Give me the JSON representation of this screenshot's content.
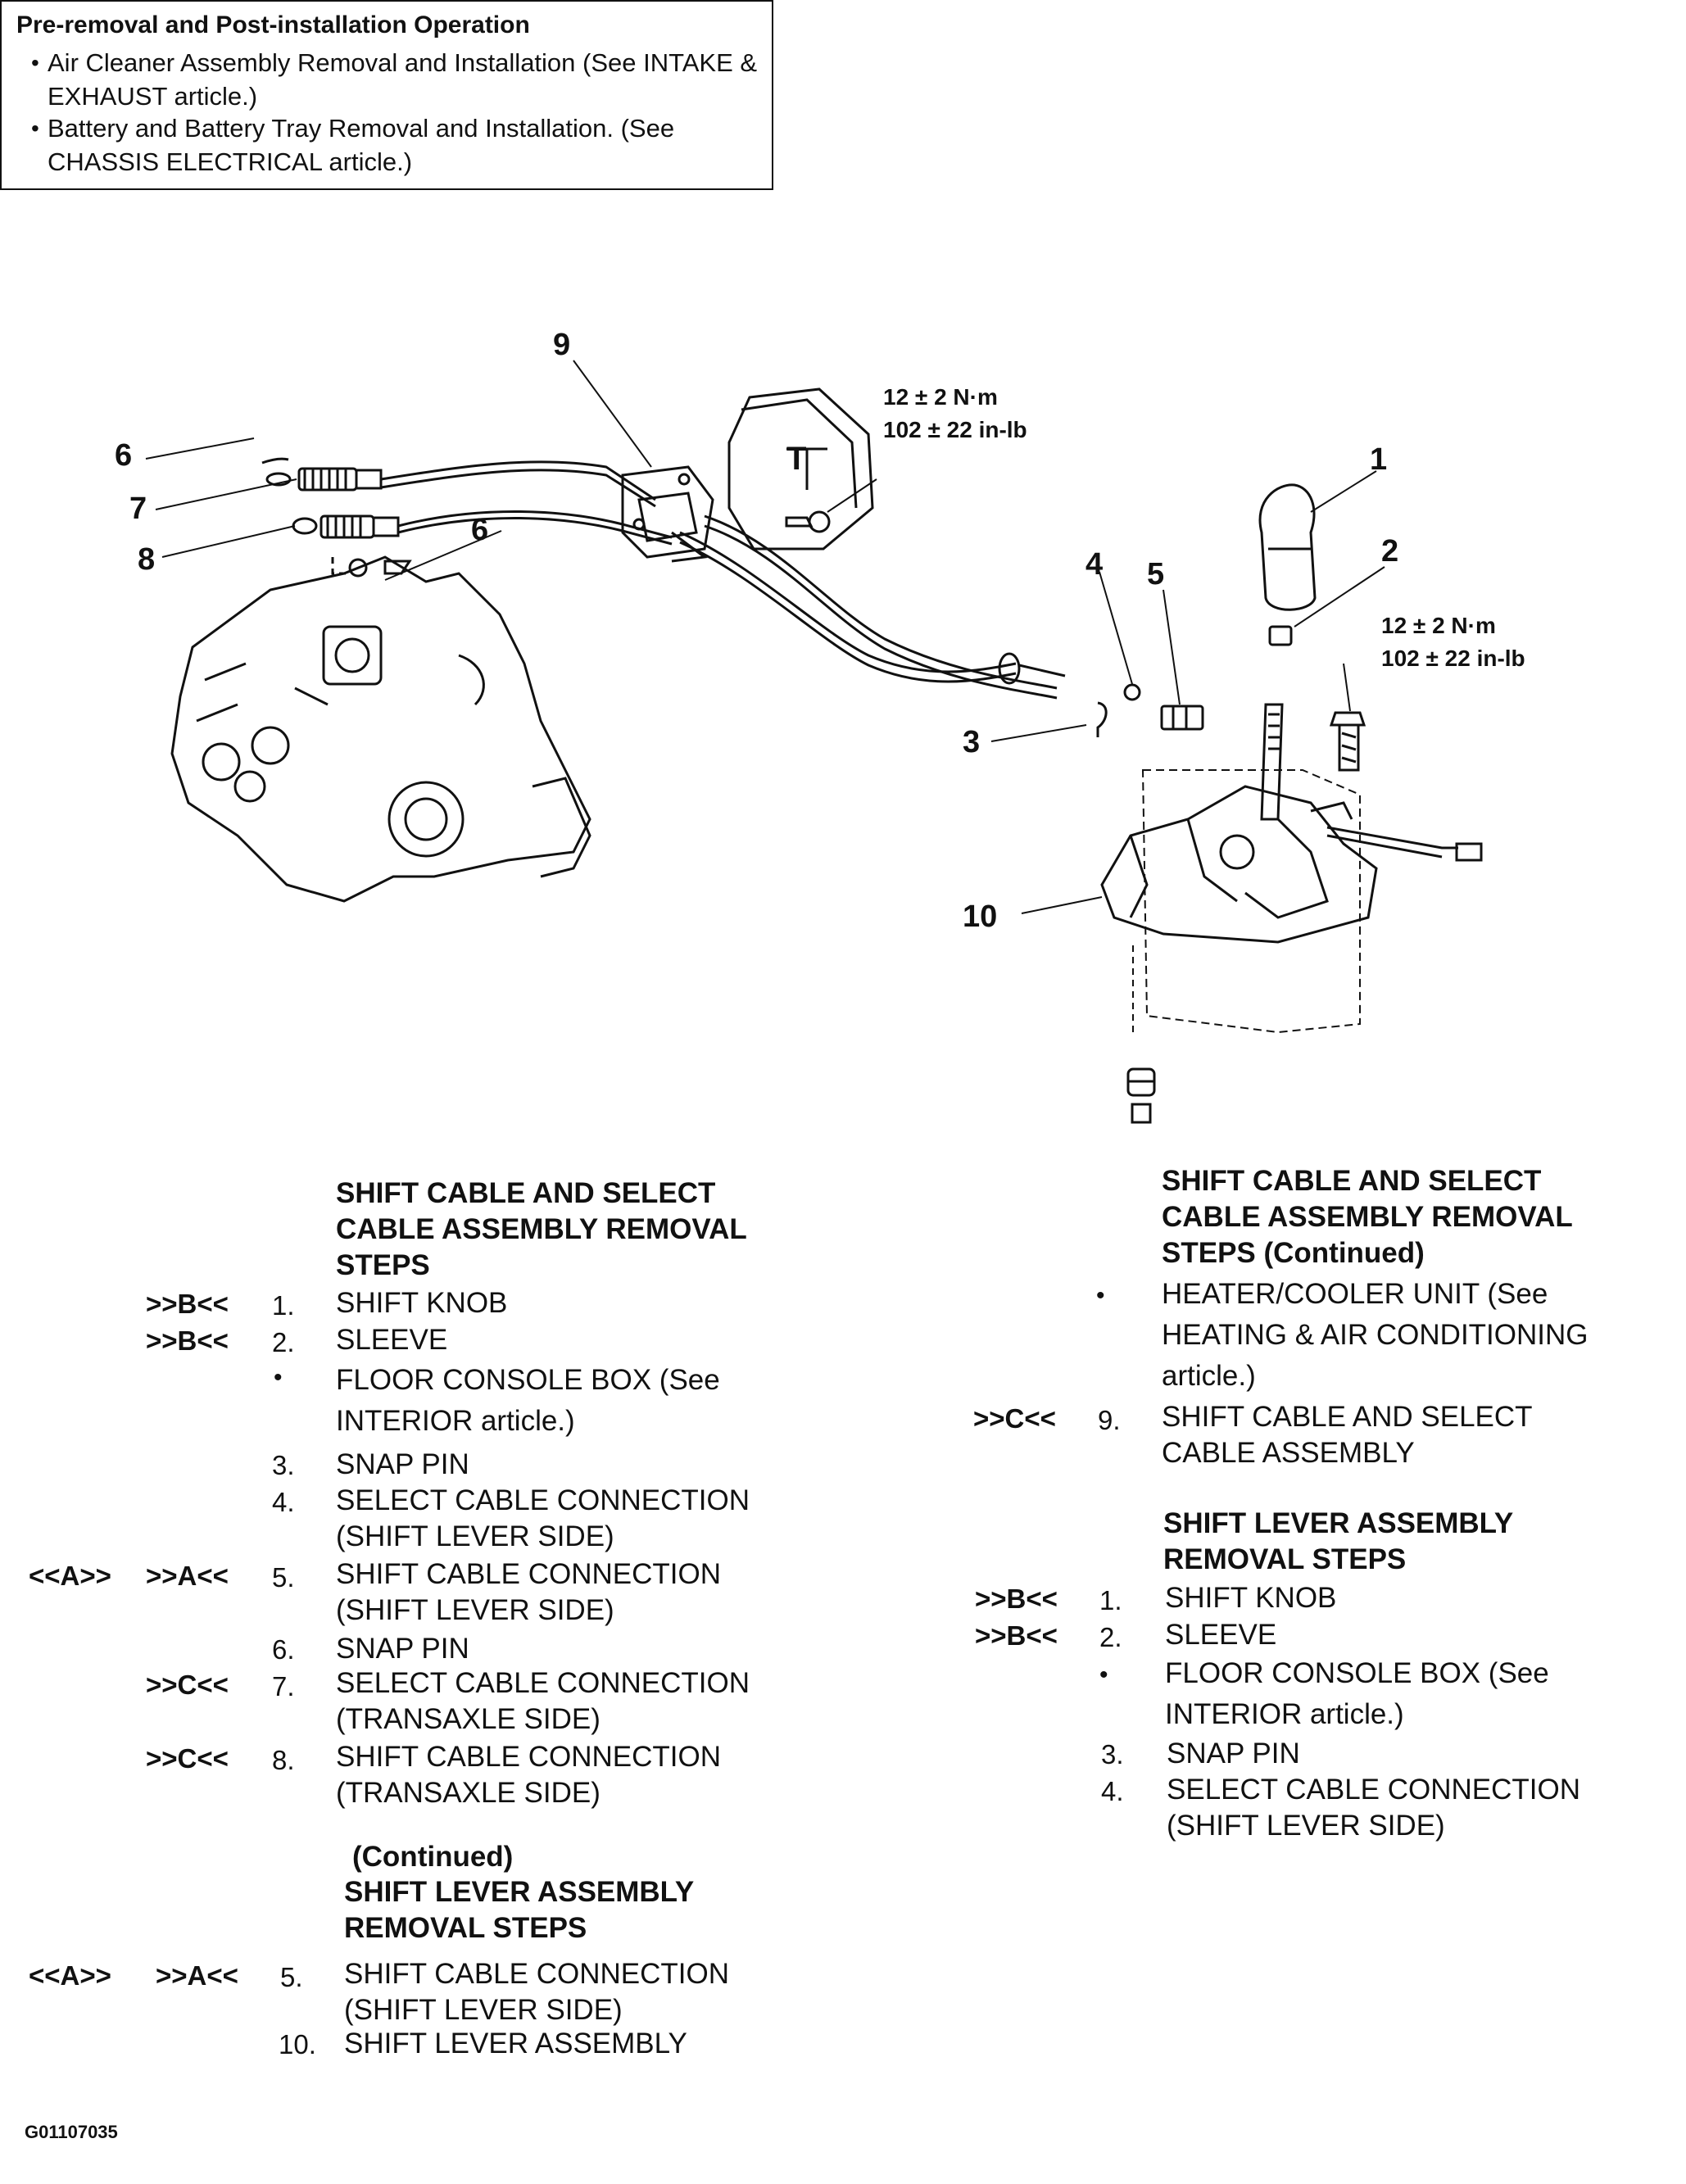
{
  "pre_box": {
    "title": "Pre-removal and Post-installation Operation",
    "items": [
      {
        "bullet": "•",
        "text": "Air Cleaner Assembly Removal and Installation (See INTAKE & EXHAUST article.)"
      },
      {
        "bullet": "•",
        "text": "Battery and Battery Tray Removal and Installation. (See CHASSIS ELECTRICAL article.)"
      }
    ]
  },
  "diagram": {
    "callouts": [
      "1",
      "2",
      "3",
      "4",
      "5",
      "6",
      "7",
      "8",
      "6",
      "9",
      "10"
    ],
    "torque_top": {
      "metric": "12 ± 2 N·m",
      "imperial": "102 ± 22 in-lb"
    },
    "torque_right": {
      "metric": "12 ± 2 N·m",
      "imperial": "102 ± 22 in-lb"
    },
    "tool_letter": "T"
  },
  "left_steps": {
    "heading": "SHIFT CABLE AND SELECT CABLE ASSEMBLY REMOVAL STEPS",
    "rows": [
      {
        "ref_l": "",
        "ref": ">>B<<",
        "num": "1.",
        "text": "SHIFT KNOB"
      },
      {
        "ref_l": "",
        "ref": ">>B<<",
        "num": "2.",
        "text": "SLEEVE"
      },
      {
        "ref_l": "",
        "ref": "",
        "num": "•",
        "text": "FLOOR CONSOLE BOX (See INTERIOR article.)"
      },
      {
        "ref_l": "",
        "ref": "",
        "num": "3.",
        "text": "SNAP PIN"
      },
      {
        "ref_l": "",
        "ref": "",
        "num": "4.",
        "text": "SELECT CABLE CONNECTION (SHIFT LEVER SIDE)"
      },
      {
        "ref_l": "<<A>>",
        "ref": ">>A<<",
        "num": "5.",
        "text": "SHIFT CABLE CONNECTION (SHIFT LEVER SIDE)"
      },
      {
        "ref_l": "",
        "ref": "",
        "num": "6.",
        "text": "SNAP PIN"
      },
      {
        "ref_l": "",
        "ref": ">>C<<",
        "num": "7.",
        "text": "SELECT CABLE CONNECTION (TRANSAXLE SIDE)"
      },
      {
        "ref_l": "",
        "ref": ">>C<<",
        "num": "8.",
        "text": "SHIFT CABLE CONNECTION (TRANSAXLE SIDE)"
      }
    ],
    "cont_heading_1": "(Continued)",
    "cont_heading_2": "SHIFT LEVER ASSEMBLY REMOVAL STEPS",
    "cont_rows": [
      {
        "ref_l": "<<A>>",
        "ref": ">>A<<",
        "num": "5.",
        "text": "SHIFT CABLE CONNECTION (SHIFT LEVER SIDE)"
      },
      {
        "ref_l": "",
        "ref": "",
        "num": "10.",
        "text": "SHIFT LEVER ASSEMBLY"
      }
    ]
  },
  "right_steps": {
    "heading": "SHIFT CABLE AND SELECT CABLE ASSEMBLY REMOVAL STEPS (Continued)",
    "rows": [
      {
        "ref": "",
        "num": "•",
        "text": "HEATER/COOLER UNIT (See HEATING & AIR CONDITIONING article.)"
      },
      {
        "ref": ">>C<<",
        "num": "9.",
        "text": "SHIFT CABLE AND SELECT CABLE ASSEMBLY"
      }
    ],
    "heading2": "SHIFT LEVER ASSEMBLY REMOVAL STEPS",
    "rows2": [
      {
        "ref": ">>B<<",
        "num": "1.",
        "text": "SHIFT KNOB"
      },
      {
        "ref": ">>B<<",
        "num": "2.",
        "text": "SLEEVE"
      },
      {
        "ref": "",
        "num": "•",
        "text": "FLOOR CONSOLE BOX (See INTERIOR article.)"
      },
      {
        "ref": "",
        "num": "3.",
        "text": "SNAP PIN"
      },
      {
        "ref": "",
        "num": "4.",
        "text": "SELECT CABLE CONNECTION (SHIFT LEVER SIDE)"
      }
    ]
  },
  "figure_id": "G01107035"
}
